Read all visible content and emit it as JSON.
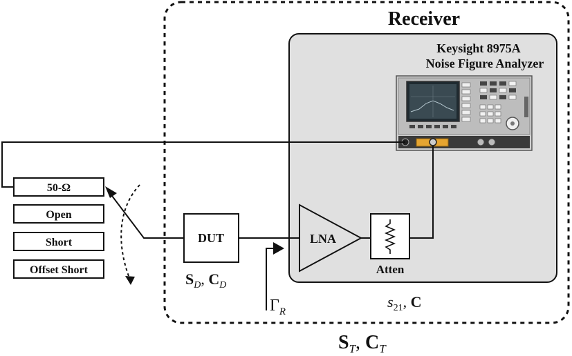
{
  "receiver": {
    "title": "Receiver"
  },
  "analyzer": {
    "line1": "Keysight 8975A",
    "line2": "Noise Figure Analyzer"
  },
  "standards": {
    "items": [
      {
        "label": "50-Ω"
      },
      {
        "label": "Open"
      },
      {
        "label": "Short"
      },
      {
        "label": "Offset Short"
      }
    ]
  },
  "dut": {
    "label": "DUT",
    "param_S": "S",
    "param_S_sub": "D",
    "param_sep": ", ",
    "param_C": "C",
    "param_C_sub": "D"
  },
  "lna": {
    "label": "LNA"
  },
  "atten": {
    "label": "Atten"
  },
  "gamma": {
    "symbol": "Γ",
    "sub": "R"
  },
  "receiver_params": {
    "s": "s",
    "s_sub": "21",
    "sep": ", ",
    "C": "C"
  },
  "total": {
    "S": "S",
    "S_sub": "T",
    "sep": ", ",
    "C": "C",
    "C_sub": "T"
  },
  "colors": {
    "line": "#111111",
    "panel_fill": "#e0e0e0",
    "instrument_body": "#c8c8c8",
    "screen_bg": "#1f2a30",
    "accent_orange": "#e6a531"
  }
}
